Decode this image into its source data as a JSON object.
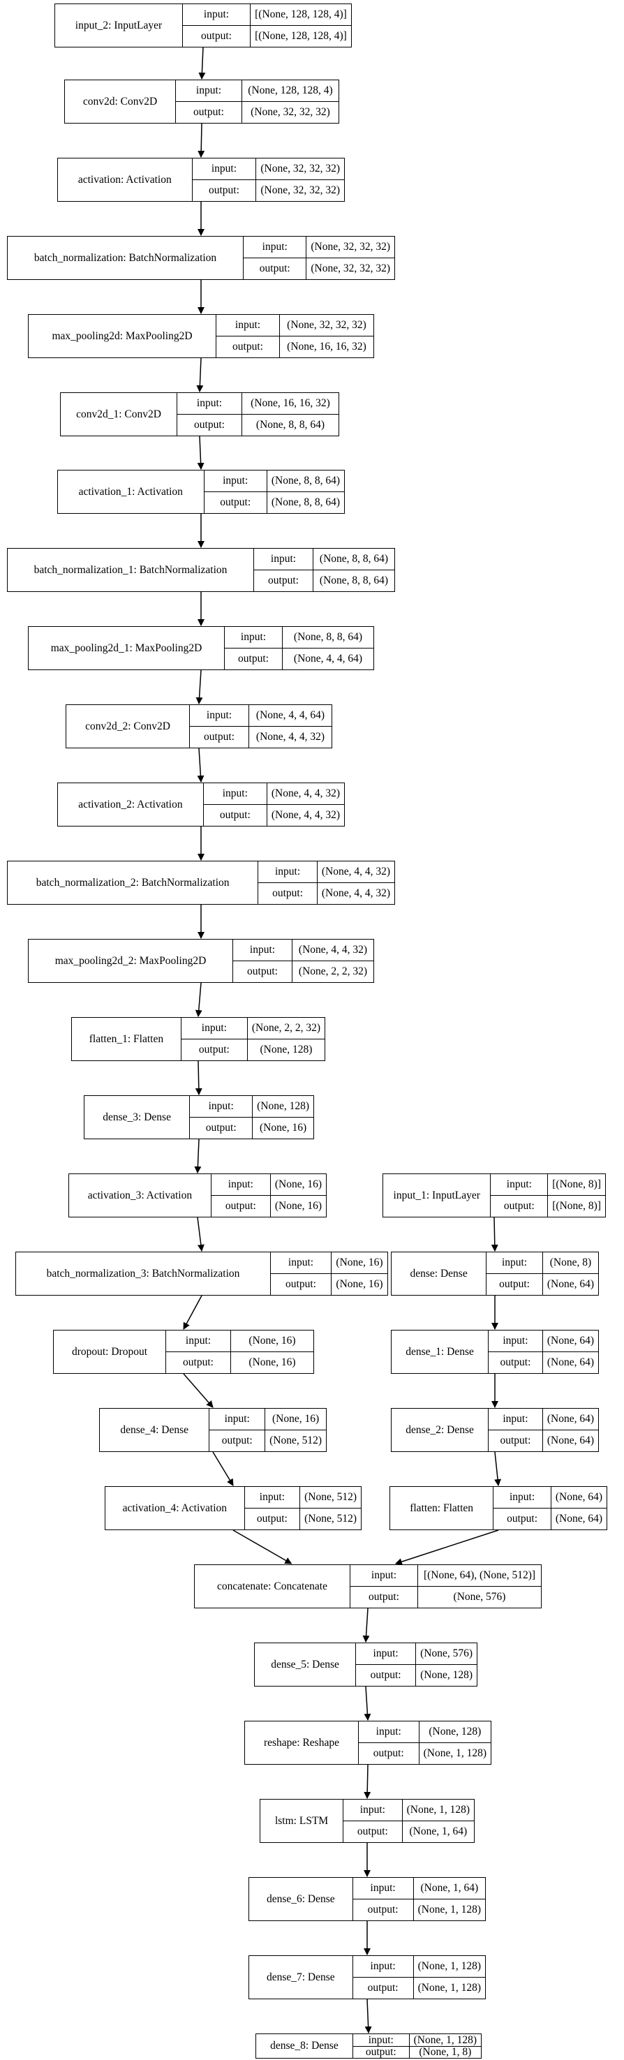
{
  "labels": {
    "input": "input:",
    "output": "output:"
  },
  "layers": [
    {
      "id": "input_2",
      "name": "input_2: InputLayer",
      "input": "[(None, 128, 128, 4)]",
      "output": "[(None, 128, 128, 4)]"
    },
    {
      "id": "conv2d",
      "name": "conv2d: Conv2D",
      "input": "(None, 128, 128, 4)",
      "output": "(None, 32, 32, 32)"
    },
    {
      "id": "activation",
      "name": "activation: Activation",
      "input": "(None, 32, 32, 32)",
      "output": "(None, 32, 32, 32)"
    },
    {
      "id": "batch_normalization",
      "name": "batch_normalization: BatchNormalization",
      "input": "(None, 32, 32, 32)",
      "output": "(None, 32, 32, 32)"
    },
    {
      "id": "max_pooling2d",
      "name": "max_pooling2d: MaxPooling2D",
      "input": "(None, 32, 32, 32)",
      "output": "(None, 16, 16, 32)"
    },
    {
      "id": "conv2d_1",
      "name": "conv2d_1: Conv2D",
      "input": "(None, 16, 16, 32)",
      "output": "(None, 8, 8, 64)"
    },
    {
      "id": "activation_1",
      "name": "activation_1: Activation",
      "input": "(None, 8, 8, 64)",
      "output": "(None, 8, 8, 64)"
    },
    {
      "id": "batch_normalization_1",
      "name": "batch_normalization_1: BatchNormalization",
      "input": "(None, 8, 8, 64)",
      "output": "(None, 8, 8, 64)"
    },
    {
      "id": "max_pooling2d_1",
      "name": "max_pooling2d_1: MaxPooling2D",
      "input": "(None, 8, 8, 64)",
      "output": "(None, 4, 4, 64)"
    },
    {
      "id": "conv2d_2",
      "name": "conv2d_2: Conv2D",
      "input": "(None, 4, 4, 64)",
      "output": "(None, 4, 4, 32)"
    },
    {
      "id": "activation_2",
      "name": "activation_2: Activation",
      "input": "(None, 4, 4, 32)",
      "output": "(None, 4, 4, 32)"
    },
    {
      "id": "batch_normalization_2",
      "name": "batch_normalization_2: BatchNormalization",
      "input": "(None, 4, 4, 32)",
      "output": "(None, 4, 4, 32)"
    },
    {
      "id": "max_pooling2d_2",
      "name": "max_pooling2d_2: MaxPooling2D",
      "input": "(None, 4, 4, 32)",
      "output": "(None, 2, 2, 32)"
    },
    {
      "id": "flatten_1",
      "name": "flatten_1: Flatten",
      "input": "(None, 2, 2, 32)",
      "output": "(None, 128)"
    },
    {
      "id": "dense_3",
      "name": "dense_3: Dense",
      "input": "(None, 128)",
      "output": "(None, 16)"
    },
    {
      "id": "activation_3",
      "name": "activation_3: Activation",
      "input": "(None, 16)",
      "output": "(None, 16)"
    },
    {
      "id": "input_1",
      "name": "input_1: InputLayer",
      "input": "[(None, 8)]",
      "output": "[(None, 8)]"
    },
    {
      "id": "batch_normalization_3",
      "name": "batch_normalization_3: BatchNormalization",
      "input": "(None, 16)",
      "output": "(None, 16)"
    },
    {
      "id": "dense",
      "name": "dense: Dense",
      "input": "(None, 8)",
      "output": "(None, 64)"
    },
    {
      "id": "dropout",
      "name": "dropout: Dropout",
      "input": "(None, 16)",
      "output": "(None, 16)"
    },
    {
      "id": "dense_1",
      "name": "dense_1: Dense",
      "input": "(None, 64)",
      "output": "(None, 64)"
    },
    {
      "id": "dense_4",
      "name": "dense_4: Dense",
      "input": "(None, 16)",
      "output": "(None, 512)"
    },
    {
      "id": "dense_2",
      "name": "dense_2: Dense",
      "input": "(None, 64)",
      "output": "(None, 64)"
    },
    {
      "id": "activation_4",
      "name": "activation_4: Activation",
      "input": "(None, 512)",
      "output": "(None, 512)"
    },
    {
      "id": "flatten",
      "name": "flatten: Flatten",
      "input": "(None, 64)",
      "output": "(None, 64)"
    },
    {
      "id": "concatenate",
      "name": "concatenate: Concatenate",
      "input": "[(None, 64), (None, 512)]",
      "output": "(None, 576)"
    },
    {
      "id": "dense_5",
      "name": "dense_5: Dense",
      "input": "(None, 576)",
      "output": "(None, 128)"
    },
    {
      "id": "reshape",
      "name": "reshape: Reshape",
      "input": "(None, 128)",
      "output": "(None, 1, 128)"
    },
    {
      "id": "lstm",
      "name": "lstm: LSTM",
      "input": "(None, 1, 128)",
      "output": "(None, 1, 64)"
    },
    {
      "id": "dense_6",
      "name": "dense_6: Dense",
      "input": "(None, 1, 64)",
      "output": "(None, 1, 128)"
    },
    {
      "id": "dense_7",
      "name": "dense_7: Dense",
      "input": "(None, 1, 128)",
      "output": "(None, 1, 128)"
    },
    {
      "id": "dense_8",
      "name": "dense_8: Dense",
      "input": "(None, 1, 128)",
      "output": "(None, 1, 8)"
    }
  ],
  "edges": [
    [
      "input_2",
      "conv2d"
    ],
    [
      "conv2d",
      "activation"
    ],
    [
      "activation",
      "batch_normalization"
    ],
    [
      "batch_normalization",
      "max_pooling2d"
    ],
    [
      "max_pooling2d",
      "conv2d_1"
    ],
    [
      "conv2d_1",
      "activation_1"
    ],
    [
      "activation_1",
      "batch_normalization_1"
    ],
    [
      "batch_normalization_1",
      "max_pooling2d_1"
    ],
    [
      "max_pooling2d_1",
      "conv2d_2"
    ],
    [
      "conv2d_2",
      "activation_2"
    ],
    [
      "activation_2",
      "batch_normalization_2"
    ],
    [
      "batch_normalization_2",
      "max_pooling2d_2"
    ],
    [
      "max_pooling2d_2",
      "flatten_1"
    ],
    [
      "flatten_1",
      "dense_3"
    ],
    [
      "dense_3",
      "activation_3"
    ],
    [
      "activation_3",
      "batch_normalization_3"
    ],
    [
      "batch_normalization_3",
      "dropout"
    ],
    [
      "dropout",
      "dense_4"
    ],
    [
      "dense_4",
      "activation_4"
    ],
    [
      "activation_4",
      "concatenate"
    ],
    [
      "input_1",
      "dense"
    ],
    [
      "dense",
      "dense_1"
    ],
    [
      "dense_1",
      "dense_2"
    ],
    [
      "dense_2",
      "flatten"
    ],
    [
      "flatten",
      "concatenate"
    ],
    [
      "concatenate",
      "dense_5"
    ],
    [
      "dense_5",
      "reshape"
    ],
    [
      "reshape",
      "lstm"
    ],
    [
      "lstm",
      "dense_6"
    ],
    [
      "dense_6",
      "dense_7"
    ],
    [
      "dense_7",
      "dense_8"
    ]
  ]
}
